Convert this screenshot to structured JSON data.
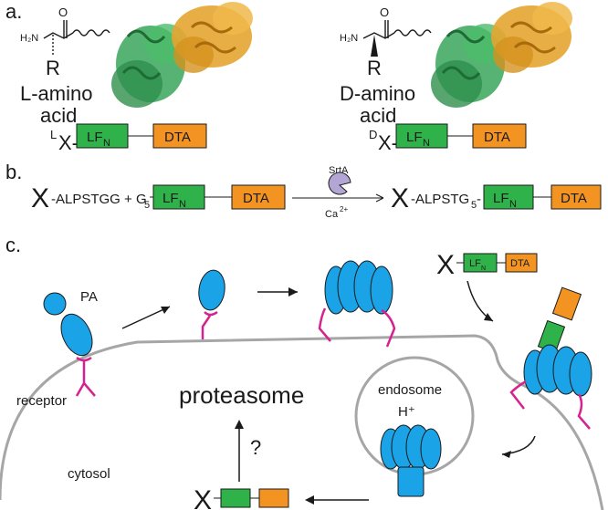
{
  "panels": {
    "a": {
      "label": "a.",
      "left_caption_line1": "L-amino",
      "left_caption_line2": "acid",
      "right_caption_line1": "D-amino",
      "right_caption_line2": "acid",
      "amine_label": "H₂N",
      "r_label": "R",
      "carbonyl_o": "O",
      "left_construct_prefix": "L",
      "right_construct_prefix": "D",
      "construct_x": "X-",
      "lf_label": "LF",
      "lf_sub": "N",
      "dta_label": "DTA"
    },
    "b": {
      "label": "b.",
      "x": "X",
      "left_tag": "-ALPSTGG + G",
      "g_sub": "5",
      "enzyme": "SrtA",
      "cofactor": "Ca",
      "cofactor_sup": "2+",
      "right_tag": "-ALPSTG",
      "right_sub": "5",
      "right_dash": "-",
      "lf_label": "LF",
      "lf_sub": "N",
      "dta_label": "DTA"
    },
    "c": {
      "label": "c.",
      "pa": "PA",
      "receptor": "receptor",
      "proteasome": "proteasome",
      "endosome": "endosome",
      "h_plus": "H⁺",
      "cytosol": "cytosol",
      "question": "?",
      "x": "X",
      "lf_label": "LF",
      "lf_sub": "N",
      "dta_label": "DTA"
    }
  },
  "colors": {
    "lf_green": "#2fb24a",
    "dta_orange": "#f39422",
    "pa_blue": "#1aa3e6",
    "receptor_magenta": "#d4238e",
    "membrane_gray": "#a6a6a6",
    "srta_purple": "#b3a6d4",
    "protein_green": "#3aa65a",
    "protein_gold": "#e6a532"
  }
}
